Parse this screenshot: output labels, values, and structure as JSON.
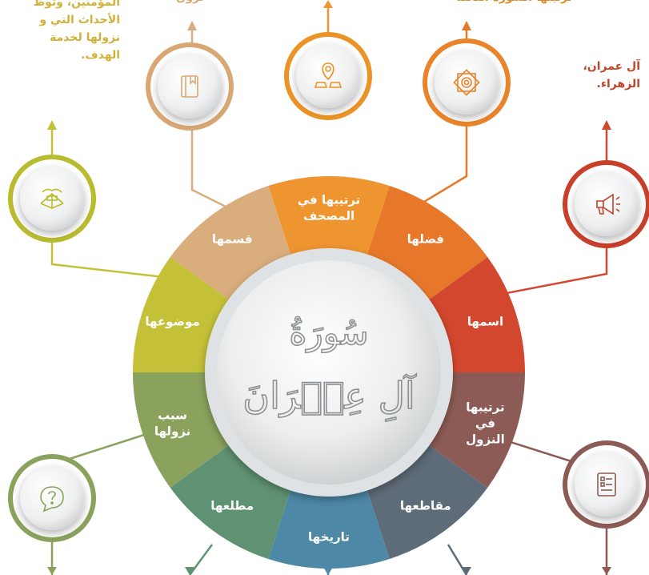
{
  "center": {
    "line1": "سُورَةُ",
    "line2": "آلِ عِمۡرَانَ"
  },
  "segments": [
    {
      "label": "ترتيبها في\nالمصحف",
      "color": "#ef9530"
    },
    {
      "label": "فضلها",
      "color": "#e7782a"
    },
    {
      "label": "اسمها",
      "color": "#d3472e"
    },
    {
      "label": "ترتيبها\nفي\nالنزول",
      "color": "#8c5b55"
    },
    {
      "label": "مقاطعها",
      "color": "#5e6b78"
    },
    {
      "label": "تاريخها",
      "color": "#4d88a6"
    },
    {
      "label": "مطلعها",
      "color": "#5f9272"
    },
    {
      "label": "سبب\nنزولها",
      "color": "#8aa25c"
    },
    {
      "label": "موضوعها",
      "color": "#c4c138"
    },
    {
      "label": "قسمها",
      "color": "#d9ad7c"
    }
  ],
  "icons": [
    {
      "name": "quran-stand-icon",
      "color": "#b9bc2f"
    },
    {
      "name": "book-icon",
      "color": "#d8a874"
    },
    {
      "name": "location-map-icon",
      "color": "#ec9326"
    },
    {
      "name": "islamic-star-icon",
      "color": "#ea842a"
    },
    {
      "name": "megaphone-icon",
      "color": "#c8402a"
    },
    {
      "name": "question-bubble-icon",
      "color": "#8aa25c"
    },
    {
      "name": "document-list-icon",
      "color": "#8c5b55"
    }
  ],
  "texts": {
    "left": "المؤمنين، وتوظ\nالأحداث التي و\nنزولها لخدمة\nالهدف.",
    "top_mid": "نزول",
    "top_right": "ترتيبها السورة الثالثة",
    "right": "آل عمران،\nالزهراء."
  }
}
